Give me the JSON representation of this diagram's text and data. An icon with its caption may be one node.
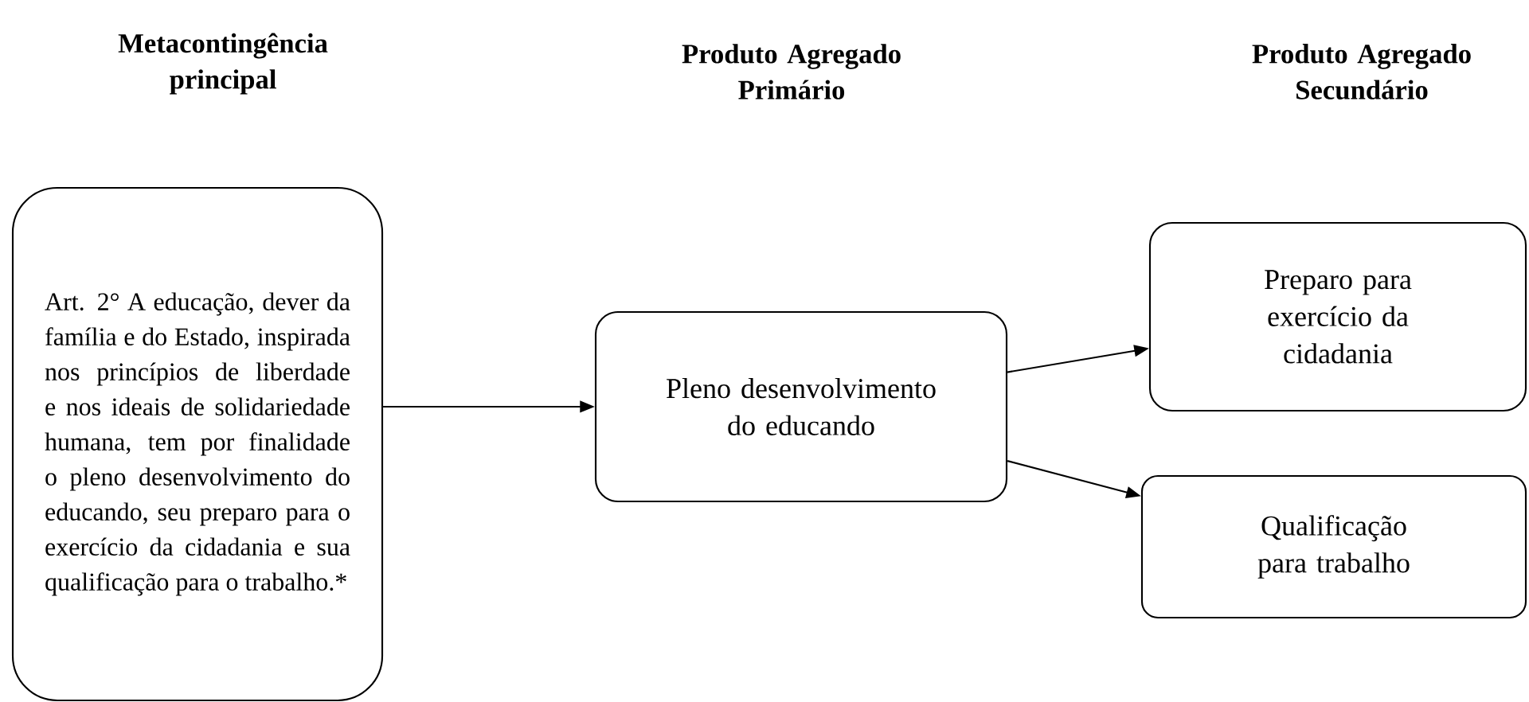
{
  "diagram": {
    "nodes": [
      {
        "text": [
          "Art. 2° A educação, dever da família e do Estado, inspirada nos princípios de liberdade e nos ideais de solidariedade humana, tem por finalidade o pleno desenvolvimento do educando, seu preparo para o exercício da cidadania e sua qualificação para o trabalho.*"
        ]
      },
      {
        "text": [
          "Pleno desenvolvimento do educando"
        ]
      },
      {
        "text": [
          "Preparo para exercício da cidadania"
        ]
      },
      {
        "text": [
          "Qualificação para trabalho"
        ]
      }
    ],
    "edges": [
      {
        "from": 0,
        "to": 1,
        "arrow": "to"
      },
      {
        "from": 1,
        "to": 2,
        "arrow": "to"
      },
      {
        "from": 1,
        "to": 3,
        "arrow": "to"
      }
    ],
    "labels": [
      "Metacontingência principal",
      "Produto Agregado Primário",
      "Produto Agregado Secundário"
    ]
  }
}
